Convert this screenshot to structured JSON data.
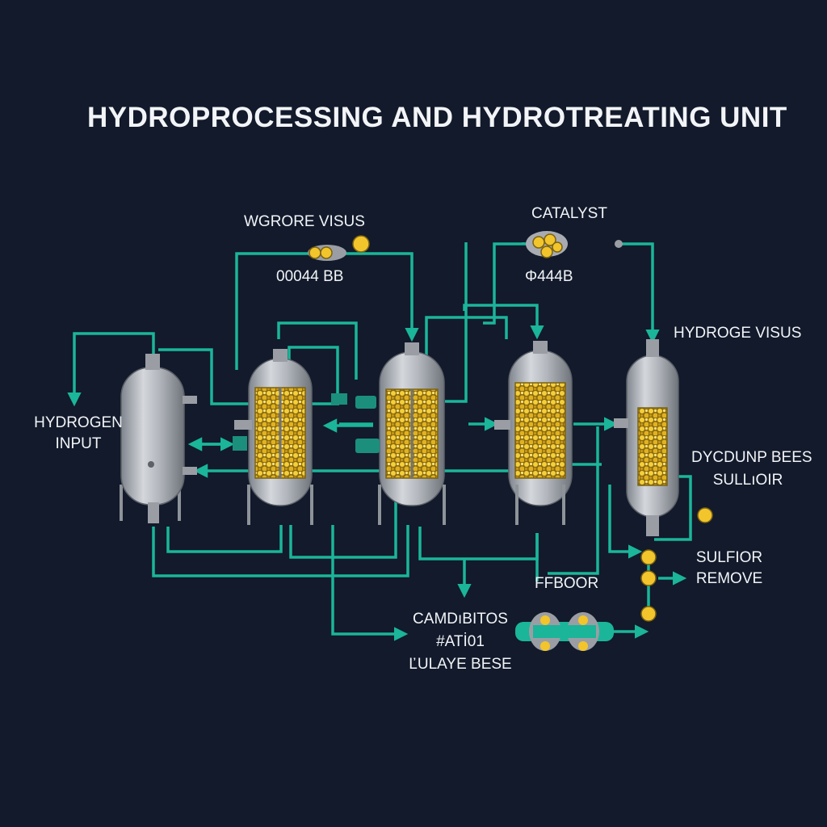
{
  "title": "HYDROPROCESSING AND HYDROTREATING UNIT",
  "labels": {
    "top_left_name": "WGRORE VISUS",
    "top_left_code": "00044 BB",
    "catalyst_name": "CATALYST",
    "catalyst_code": "Φ444B",
    "right_top_name": "HYDROGE VISUS",
    "hydrogen_input_1": "HYDROGEN",
    "hydrogen_input_2": "INPUT",
    "right_mid_1": "DYCDUNP BEES",
    "right_mid_2": "SULLıOIR",
    "sulfur_1": "SULFIOR",
    "sulfur_2": "REMOVE",
    "bottom_mid": "FFBOOR",
    "bottom_left_1": "CAMDıBITOS",
    "bottom_left_2": "#ATİ01",
    "bottom_left_3": "ĽULAYE BESE"
  },
  "colors": {
    "background": "#121a2b",
    "pipe": "#1bb59a",
    "vessel": "#b8bcc2",
    "catalyst": "#e5b923"
  }
}
